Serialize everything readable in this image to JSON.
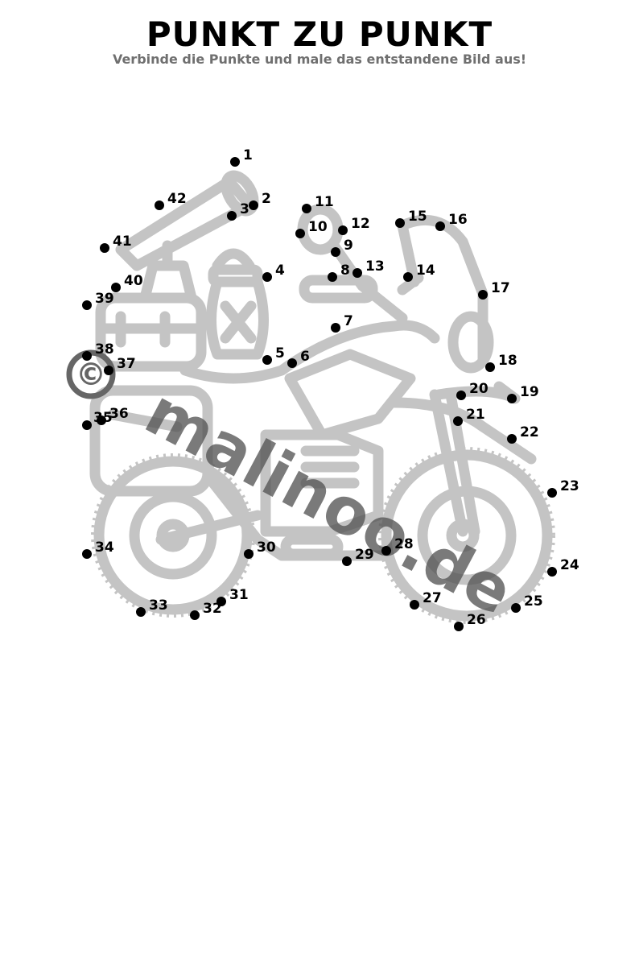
{
  "title": "PUNKT ZU PUNKT",
  "subtitle": "Verbinde die Punkte und male das entstandene Bild aus!",
  "watermark": "malinoo.de",
  "copyright_symbol": "©",
  "dot_labels": [
    "1",
    "2",
    "3",
    "4",
    "5",
    "6",
    "7",
    "8",
    "9",
    "10",
    "11",
    "12",
    "13",
    "14",
    "15",
    "16",
    "17",
    "18",
    "19",
    "20",
    "21",
    "22",
    "23",
    "24",
    "25",
    "26",
    "27",
    "28",
    "29",
    "30",
    "31",
    "32",
    "33",
    "34",
    "35",
    "36",
    "37",
    "38",
    "39",
    "40",
    "41",
    "42"
  ],
  "picture_subject": "motorcycle-with-luggage-lantern-and-telescope",
  "colors": {
    "outline": "#c4c4c4",
    "dot": "#000000",
    "watermark": "#555555",
    "subtitle": "#6f6f6f"
  }
}
